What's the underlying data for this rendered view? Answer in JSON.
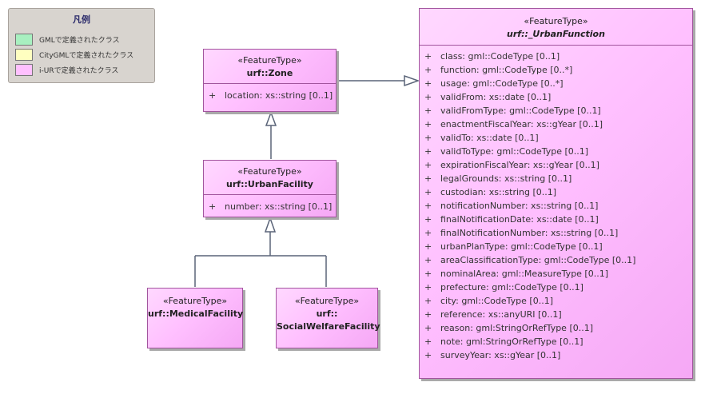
{
  "legend": {
    "title": "凡例",
    "items": [
      {
        "label": "GMLで定義されたクラス",
        "color": "#a8f0c0"
      },
      {
        "label": "CityGMLで定義されたクラス",
        "color": "#ffffc0"
      },
      {
        "label": "i-URで定義されたクラス",
        "color": "#ffc0ff"
      }
    ]
  },
  "classes": {
    "zone": {
      "stereotype": "«FeatureType»",
      "name": "urf::Zone",
      "attributes": [
        {
          "vis": "+",
          "text": "location: xs::string [0..1]"
        }
      ]
    },
    "urban_facility": {
      "stereotype": "«FeatureType»",
      "name": "urf::UrbanFacility",
      "attributes": [
        {
          "vis": "+",
          "text": "number: xs::string [0..1]"
        }
      ]
    },
    "medical_facility": {
      "stereotype": "«FeatureType»",
      "name": "urf::MedicalFacility"
    },
    "social_welfare_facility": {
      "stereotype": "«FeatureType»",
      "name_line1": "urf::",
      "name_line2": "SocialWelfareFacility"
    },
    "urban_function": {
      "stereotype": "«FeatureType»",
      "name": "urf::_UrbanFunction",
      "attributes": [
        {
          "vis": "+",
          "text": "class: gml::CodeType [0..1]"
        },
        {
          "vis": "+",
          "text": "function: gml::CodeType [0..*]"
        },
        {
          "vis": "+",
          "text": "usage: gml::CodeType [0..*]"
        },
        {
          "vis": "+",
          "text": "validFrom: xs::date [0..1]"
        },
        {
          "vis": "+",
          "text": "validFromType: gml::CodeType [0..1]"
        },
        {
          "vis": "+",
          "text": "enactmentFiscalYear: xs::gYear [0..1]"
        },
        {
          "vis": "+",
          "text": "validTo: xs::date [0..1]"
        },
        {
          "vis": "+",
          "text": "validToType: gml::CodeType [0..1]"
        },
        {
          "vis": "+",
          "text": "expirationFiscalYear: xs::gYear [0..1]"
        },
        {
          "vis": "+",
          "text": "legalGrounds: xs::string [0..1]"
        },
        {
          "vis": "+",
          "text": "custodian: xs::string [0..1]"
        },
        {
          "vis": "+",
          "text": "notificationNumber: xs::string [0..1]"
        },
        {
          "vis": "+",
          "text": "finalNotificationDate: xs::date [0..1]"
        },
        {
          "vis": "+",
          "text": "finalNotificationNumber: xs::string [0..1]"
        },
        {
          "vis": "+",
          "text": "urbanPlanType: gml::CodeType [0..1]"
        },
        {
          "vis": "+",
          "text": "areaClassificationType: gml::CodeType [0..1]"
        },
        {
          "vis": "+",
          "text": "nominalArea: gml::MeasureType [0..1]"
        },
        {
          "vis": "+",
          "text": "prefecture: gml::CodeType [0..1]"
        },
        {
          "vis": "+",
          "text": "city: gml::CodeType [0..1]"
        },
        {
          "vis": "+",
          "text": "reference: xs::anyURI [0..1]"
        },
        {
          "vis": "+",
          "text": "reason: gml:StringOrRefType [0..1]"
        },
        {
          "vis": "+",
          "text": "note: gml:StringOrRefType [0..1]"
        },
        {
          "vis": "+",
          "text": "surveyYear: xs::gYear [0..1]"
        }
      ]
    }
  }
}
